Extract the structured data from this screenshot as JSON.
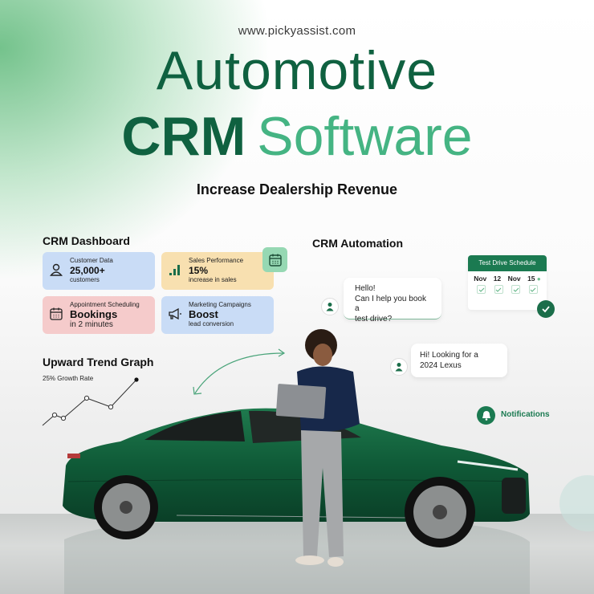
{
  "header": {
    "url": "www.pickyassist.com",
    "title_line1": "Automotive",
    "title_crm": "CRM",
    "title_software": "Software",
    "tagline": "Increase Dealership Revenue"
  },
  "dashboard": {
    "heading": "CRM Dashboard",
    "cards": [
      {
        "label": "Customer Data",
        "value": "25,000+",
        "sub": "customers",
        "icon": "user-icon",
        "color": "#c9dcf6"
      },
      {
        "label": "Sales Performance",
        "value": "15%",
        "sub": "increase in sales",
        "icon": "bar-chart-icon",
        "color": "#f8e0b0"
      },
      {
        "label": "Appointment Scheduling",
        "value": "Bookings",
        "sub": "in 2 minutes",
        "icon": "calendar-icon",
        "color": "#f5cbcb"
      },
      {
        "label": "Marketing Campaigns",
        "value": "Boost",
        "sub": "lead conversion",
        "icon": "megaphone-icon",
        "color": "#c9dcf6"
      }
    ],
    "badge_icon": "calendar-icon"
  },
  "trend": {
    "heading": "Upward Trend Graph",
    "growth_label": "25% Growth Rate"
  },
  "chart_data": {
    "type": "line",
    "title": "Upward Trend Graph",
    "subtitle": "25% Growth Rate",
    "x": [
      0,
      1,
      2,
      3,
      4,
      5
    ],
    "values": [
      0,
      2,
      1.5,
      4.2,
      2.8,
      7.5
    ],
    "xlabel": "",
    "ylabel": "",
    "grid": false
  },
  "automation": {
    "heading": "CRM Automation",
    "bot_message_lines": [
      "Hello!",
      "Can I help you book a",
      "test drive?"
    ],
    "user_message_lines": [
      "Hi! Looking for a",
      "2024 Lexus"
    ],
    "schedule": {
      "title": "Test Drive Schedule",
      "dates": [
        "Nov",
        "12",
        "Nov",
        "15"
      ]
    },
    "notifications_label": "Notifications"
  },
  "colors": {
    "brand_dark": "#0f6140",
    "brand_light": "#45b483",
    "accent": "#1b7a51"
  }
}
